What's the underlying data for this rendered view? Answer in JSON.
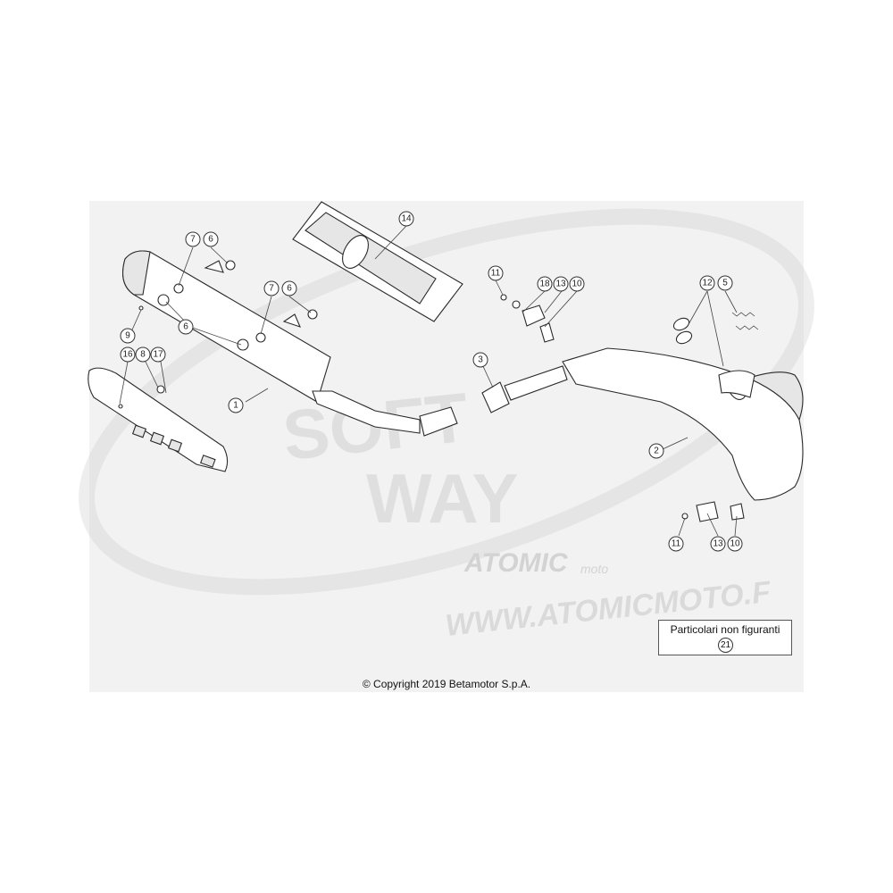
{
  "diagram": {
    "callouts": [
      "1",
      "2",
      "3",
      "5",
      "6",
      "7",
      "8",
      "9",
      "10",
      "11",
      "12",
      "13",
      "14",
      "16",
      "17",
      "18"
    ],
    "note": {
      "title": "Particolari non figuranti",
      "item": "21"
    },
    "copyright": "© Copyright 2019 Betamotor S.p.A.",
    "watermark": {
      "line1": "SOFT",
      "line2": "WAY",
      "brand": "ATOMIC",
      "brand_sub": "moto",
      "url": "WWW.ATOMICMOTO.F"
    }
  }
}
